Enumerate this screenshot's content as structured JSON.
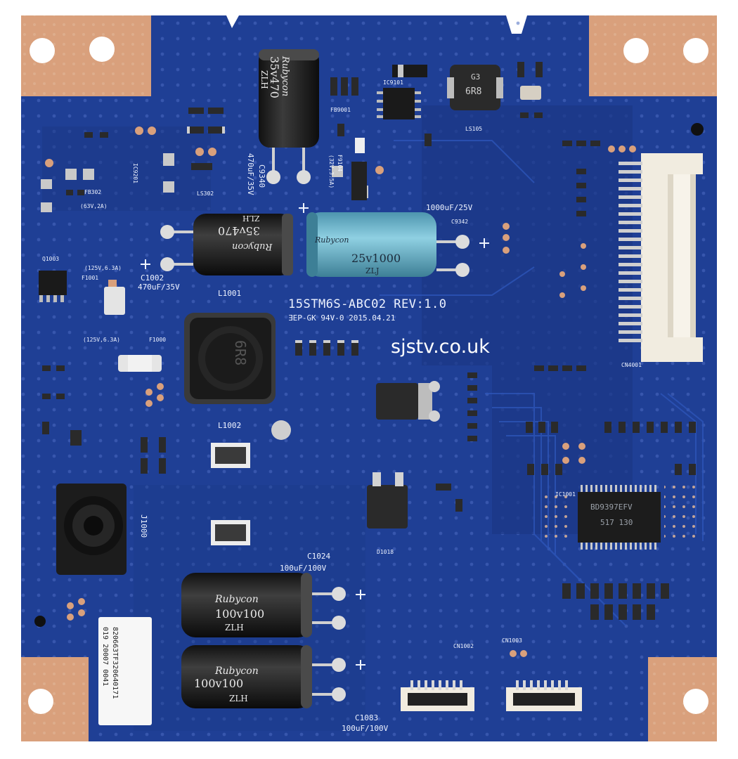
{
  "board": {
    "part_number": "15STM6S-ABC02 REV:1.0",
    "marking": "ƎEP-GΚ 94V-0 2015.04.21",
    "watermark": "sjstv.co.uk",
    "colors": {
      "pcb": "#1f3f95",
      "pad": "#d9a07c",
      "capacitor": "#1c1c1c",
      "blue_capacitor": "#5fa9c1",
      "connector": "#f1ece0"
    }
  },
  "silkscreen": {
    "c9340": "C9340",
    "c9340_rating": "470uF/35V",
    "fb9001": "FB9001",
    "ic9101": "IC9101",
    "ls105": "LS105",
    "ic9201": "IC9201",
    "fb302": "FB302",
    "fb302_rating": "(63V,2A)",
    "ls302": "LS302",
    "f9104": "F9104",
    "f9104_rating": "(32V,3.5A)",
    "c9342": "C9342",
    "c9342_rating": "1000uF/25V",
    "q1003": "Q1003",
    "f1001": "F1001",
    "f1001_rating": "(125V,6.3A)",
    "c1002": "C1002",
    "c1002_rating": "470uF/35V",
    "l1001": "L1001",
    "f1000": "F1000",
    "f1000_rating": "(125V,6.3A)",
    "cn4001": "CN4001",
    "l1002": "L1002",
    "d1018": "D1018",
    "ic1001": "IC1001",
    "j1000": "J1000",
    "c1024": "C1024",
    "c1024_rating": "100uF/100V",
    "cn1002": "CN1002",
    "cn1003": "CN1003",
    "c1083": "C1083",
    "c1083_rating": "100uF/100V"
  },
  "capacitors": {
    "top": {
      "brand": "Rubycon",
      "value": "35v470",
      "series": "ZLH"
    },
    "mid": {
      "brand": "Rubycon",
      "value": "35v470",
      "series": "ZLH"
    },
    "blue": {
      "brand": "Rubycon",
      "value": "25v1000",
      "series": "ZLJ"
    },
    "lower1": {
      "brand": "Rubycon",
      "value": "100v100",
      "series": "ZLH"
    },
    "lower2": {
      "brand": "Rubycon",
      "value": "100v100",
      "series": "ZLH"
    }
  },
  "ic": {
    "main_chip": "BD9397EFV",
    "main_chip_code": "517 130",
    "inductor_l1002": "6R8",
    "inductor_ls105": "6R8",
    "inductor_code": "G3"
  },
  "sticker": {
    "line1": "820663TF320640171",
    "line2": "019 20007 0041"
  }
}
